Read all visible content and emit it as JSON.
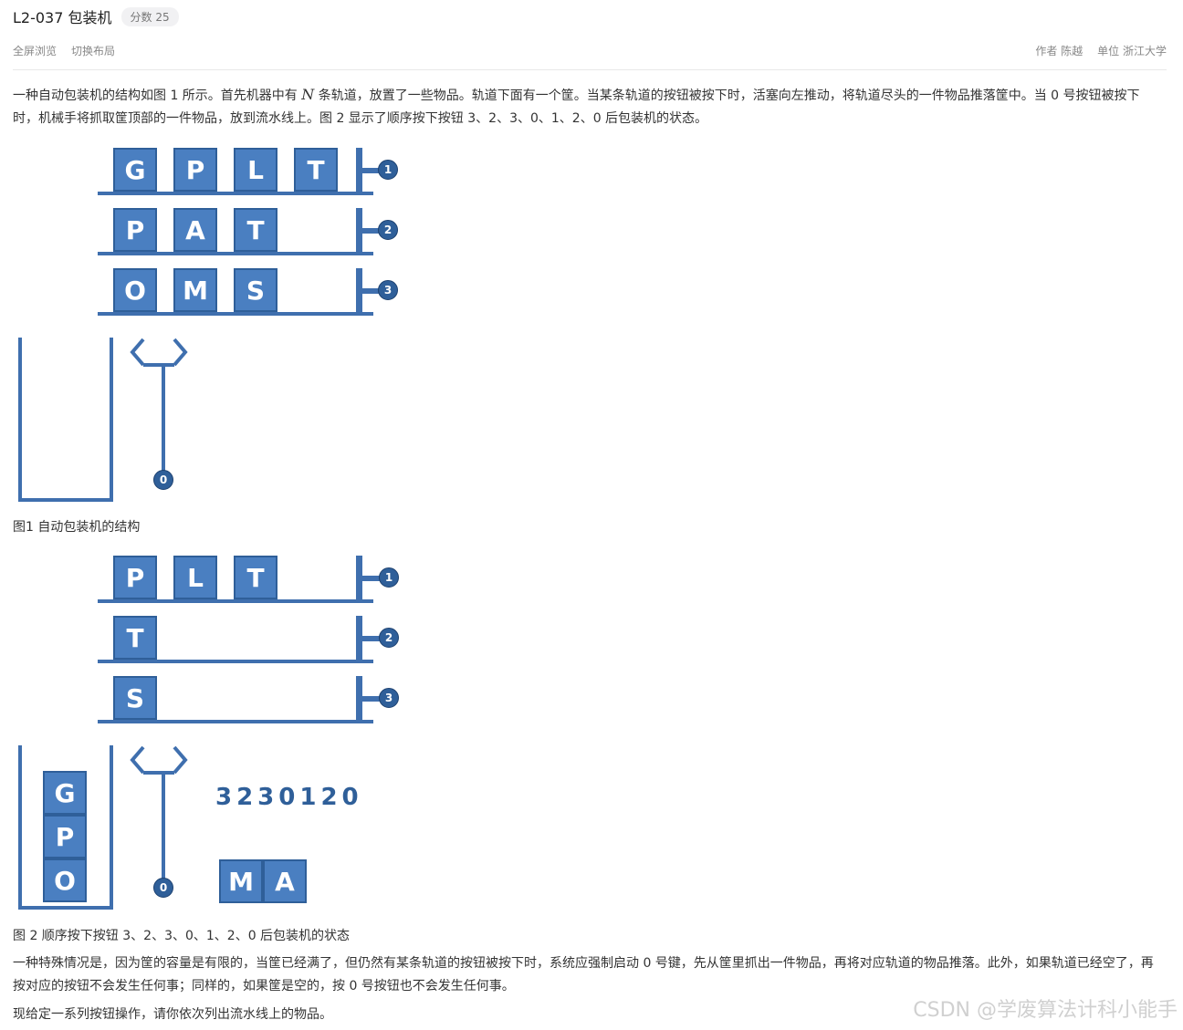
{
  "header": {
    "title": "L2-037 包装机",
    "score": "分数 25",
    "fullscreen": "全屏浏览",
    "switch_layout": "切换布局",
    "author": "作者 陈越",
    "unit": "单位 浙江大学"
  },
  "intro": {
    "p1_a": "一种自动包装机的结构如图 1 所示。首先机器中有 ",
    "p1_N": "N",
    "p1_b": " 条轨道，放置了一些物品。轨道下面有一个筐。当某条轨道的按钮被按下时，活塞向左推动，将轨道尽头的一件物品推落筐中。当 0 号按钮被按下时，机械手将抓取筐顶部的一件物品，放到流水线上。图 2 显示了顺序按下按钮 3、2、3、0、1、2、0 后包装机的状态。"
  },
  "figure1": {
    "caption": "图1 自动包装机的结构",
    "tracks": [
      {
        "button": "1",
        "items": [
          "G",
          "P",
          "L",
          "T"
        ]
      },
      {
        "button": "2",
        "items": [
          "P",
          "A",
          "T"
        ]
      },
      {
        "button": "3",
        "items": [
          "O",
          "M",
          "S"
        ]
      }
    ],
    "basket": [],
    "grabber_button": "0"
  },
  "figure2": {
    "caption": "图 2 顺序按下按钮 3、2、3、0、1、2、0 后包装机的状态",
    "tracks": [
      {
        "button": "1",
        "items": [
          "P",
          "L",
          "T"
        ]
      },
      {
        "button": "2",
        "items": [
          "T"
        ]
      },
      {
        "button": "3",
        "items": [
          "S"
        ]
      }
    ],
    "basket": [
      "G",
      "P",
      "O"
    ],
    "grabber_button": "0",
    "sequence": "3230120",
    "conveyor": [
      "M",
      "A"
    ]
  },
  "body": {
    "p2": "一种特殊情况是，因为筐的容量是有限的，当筐已经满了，但仍然有某条轨道的按钮被按下时，系统应强制启动 0 号键，先从筐里抓出一件物品，再将对应轨道的物品推落。此外，如果轨道已经空了，再按对应的按钮不会发生任何事；同样的，如果筐是空的，按 0 号按钮也不会发生任何事。",
    "p3": "现给定一系列按钮操作，请你依次列出流水线上的物品。"
  },
  "watermark": "CSDN @学废算法计科小能手",
  "colors": {
    "box": "#4a7fc1",
    "rail": "#3f6fae",
    "button": "#2f5f99"
  }
}
